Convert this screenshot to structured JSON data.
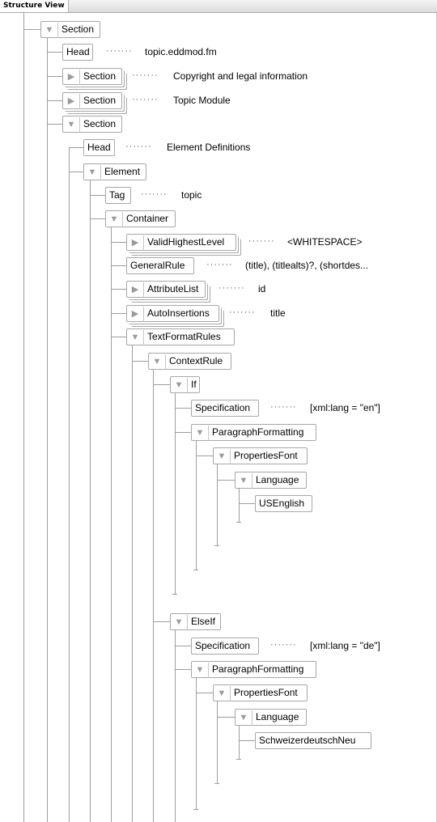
{
  "window": {
    "title": "Structure View"
  },
  "nodes": [
    {
      "label": "Section",
      "tri": "down"
    },
    {
      "label": "Head",
      "attr_dots": "·······",
      "value": "topic.eddmod.fm"
    },
    {
      "label": "Section",
      "tri": "right",
      "attr_dots": "·······",
      "value": "Copyright and legal information"
    },
    {
      "label": "Section",
      "tri": "right",
      "attr_dots": "·······",
      "value": "Topic Module"
    },
    {
      "label": "Section",
      "tri": "down"
    },
    {
      "label": "Head",
      "attr_dots": "·······",
      "value": "Element Definitions"
    },
    {
      "label": "Element",
      "tri": "down"
    },
    {
      "label": "Tag",
      "attr_dots": "·······",
      "value": "topic"
    },
    {
      "label": "Container",
      "tri": "down"
    },
    {
      "label": "ValidHighestLevel",
      "tri": "right",
      "attr_dots": "·······",
      "value": "<WHITESPACE>"
    },
    {
      "label": "GeneralRule",
      "attr_dots": "·······",
      "value": "(title), (titlealts)?, (shortdes..."
    },
    {
      "label": "AttributeList",
      "tri": "right",
      "attr_dots": "·······",
      "value": "id"
    },
    {
      "label": "AutoInsertions",
      "tri": "right",
      "attr_dots": "·······",
      "value": "title"
    },
    {
      "label": "TextFormatRules",
      "tri": "down"
    },
    {
      "label": "ContextRule",
      "tri": "down"
    },
    {
      "label": "If",
      "tri": "down"
    },
    {
      "label": "Specification",
      "attr_dots": "·······",
      "value": "[xml:lang = \"en\"]"
    },
    {
      "label": "ParagraphFormatting",
      "tri": "down"
    },
    {
      "label": "PropertiesFont",
      "tri": "down"
    },
    {
      "label": "Language",
      "tri": "down"
    },
    {
      "label": "USEnglish"
    },
    {
      "label": "ElseIf",
      "tri": "down"
    },
    {
      "label": "Specification",
      "attr_dots": "·······",
      "value": "[xml:lang = \"de\"]"
    },
    {
      "label": "ParagraphFormatting",
      "tri": "down"
    },
    {
      "label": "PropertiesFont",
      "tri": "down"
    },
    {
      "label": "Language",
      "tri": "down"
    },
    {
      "label": "SchweizerdeutschNeu"
    }
  ]
}
